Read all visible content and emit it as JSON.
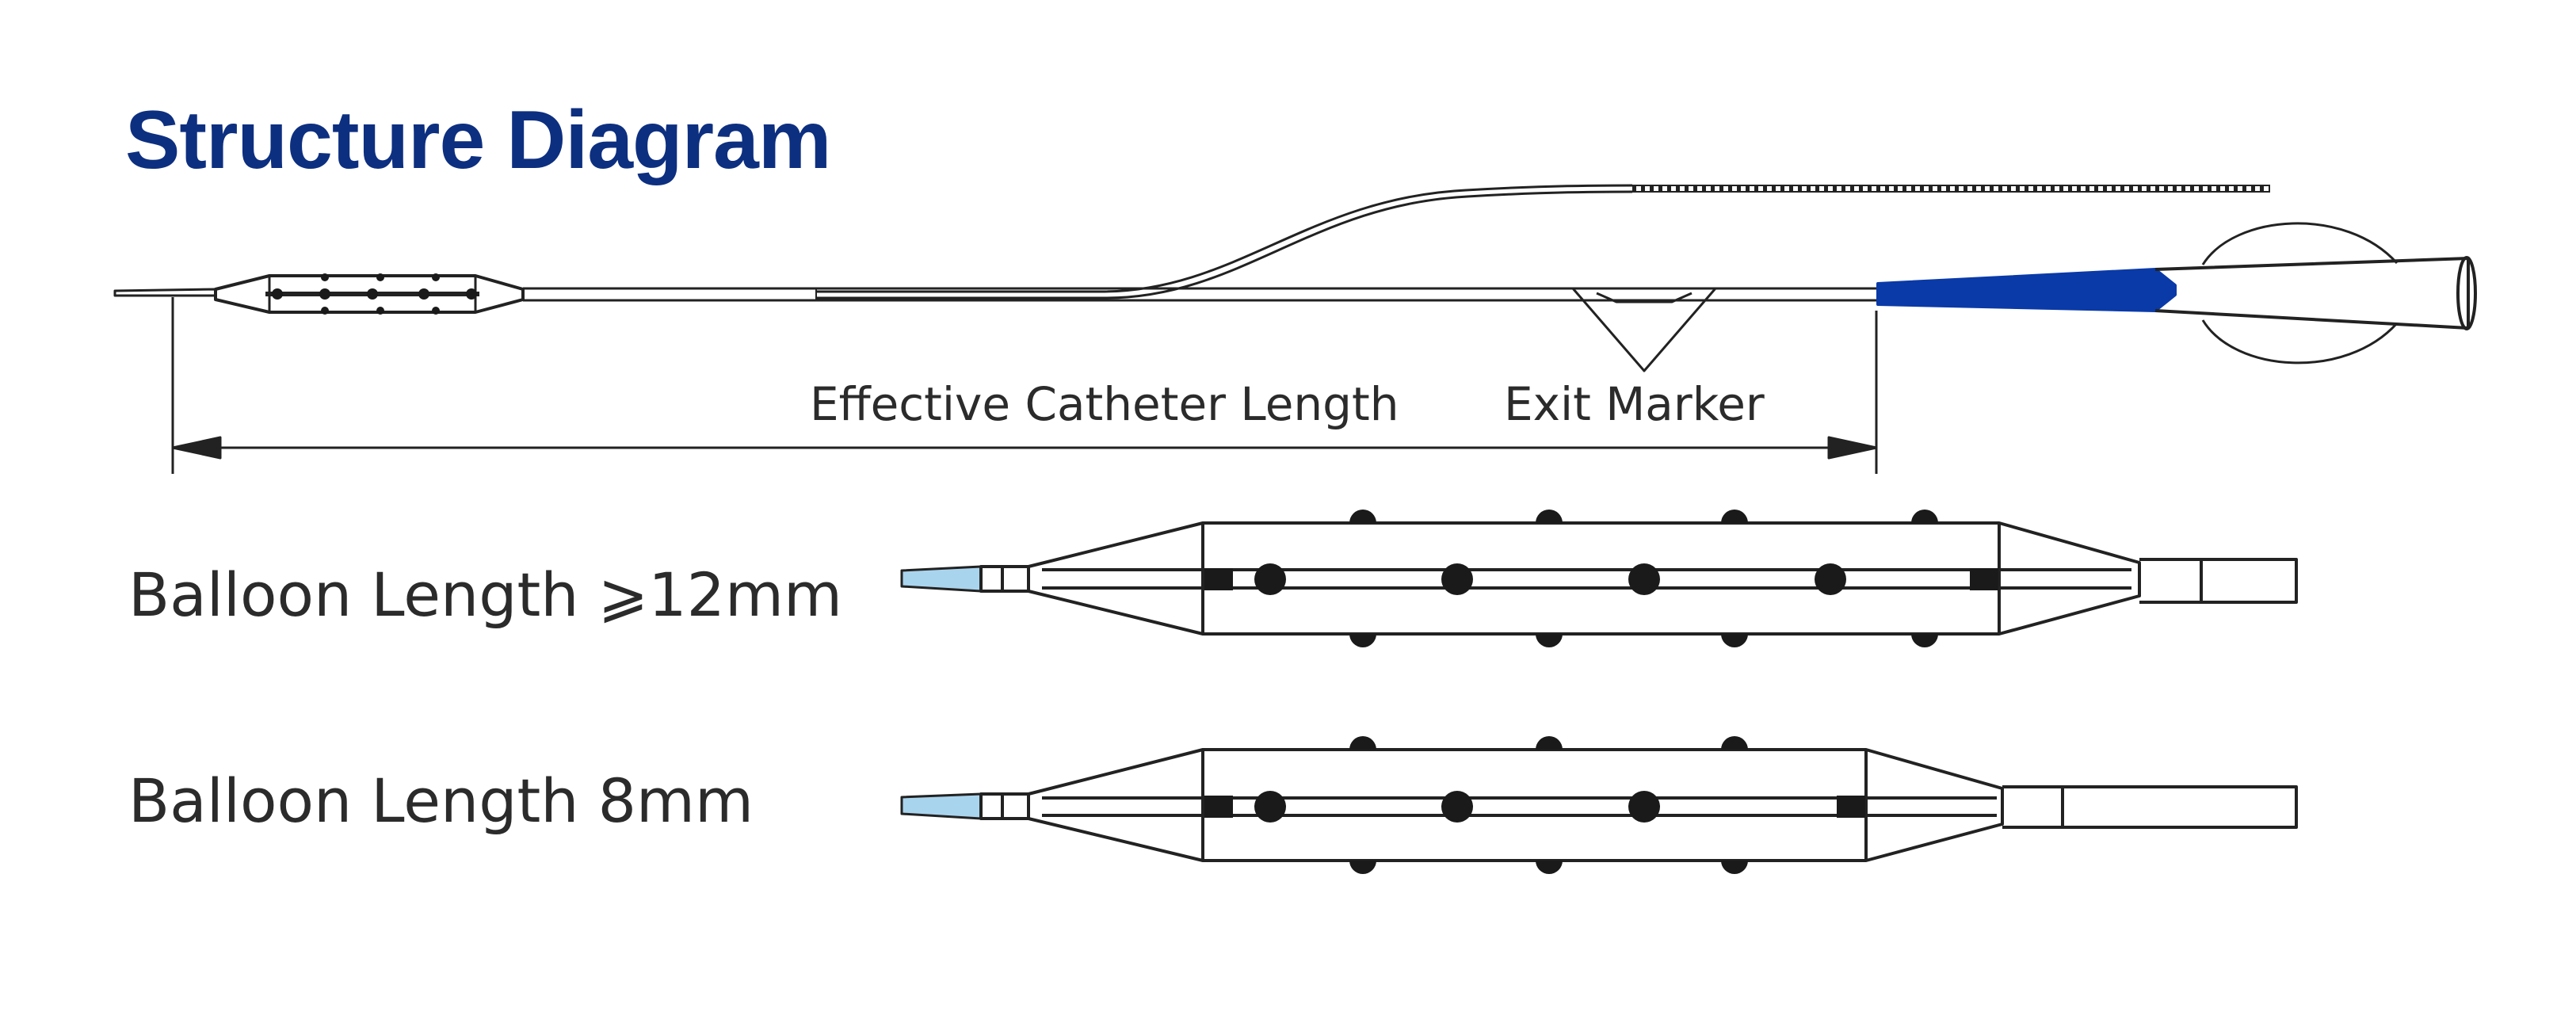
{
  "diagram": {
    "title": "Structure Diagram",
    "labels": {
      "effective_catheter_length": "Effective Catheter Length",
      "exit_marker": "Exit Marker",
      "balloon_long": "Balloon Length ⩾12mm",
      "balloon_short": "Balloon Length 8mm"
    },
    "colors": {
      "title": "#0d2f80",
      "hub_strain_relief": "#0a3aa8",
      "tip": "#a9d4ee",
      "line": "#222222",
      "marker_dots": "#1a1a1a"
    },
    "balloons": [
      {
        "name": "balloon-long",
        "ring_marker_count": 4,
        "outer_node_pairs": 4
      },
      {
        "name": "balloon-short",
        "ring_marker_count": 3,
        "outer_node_pairs": 3
      }
    ]
  }
}
